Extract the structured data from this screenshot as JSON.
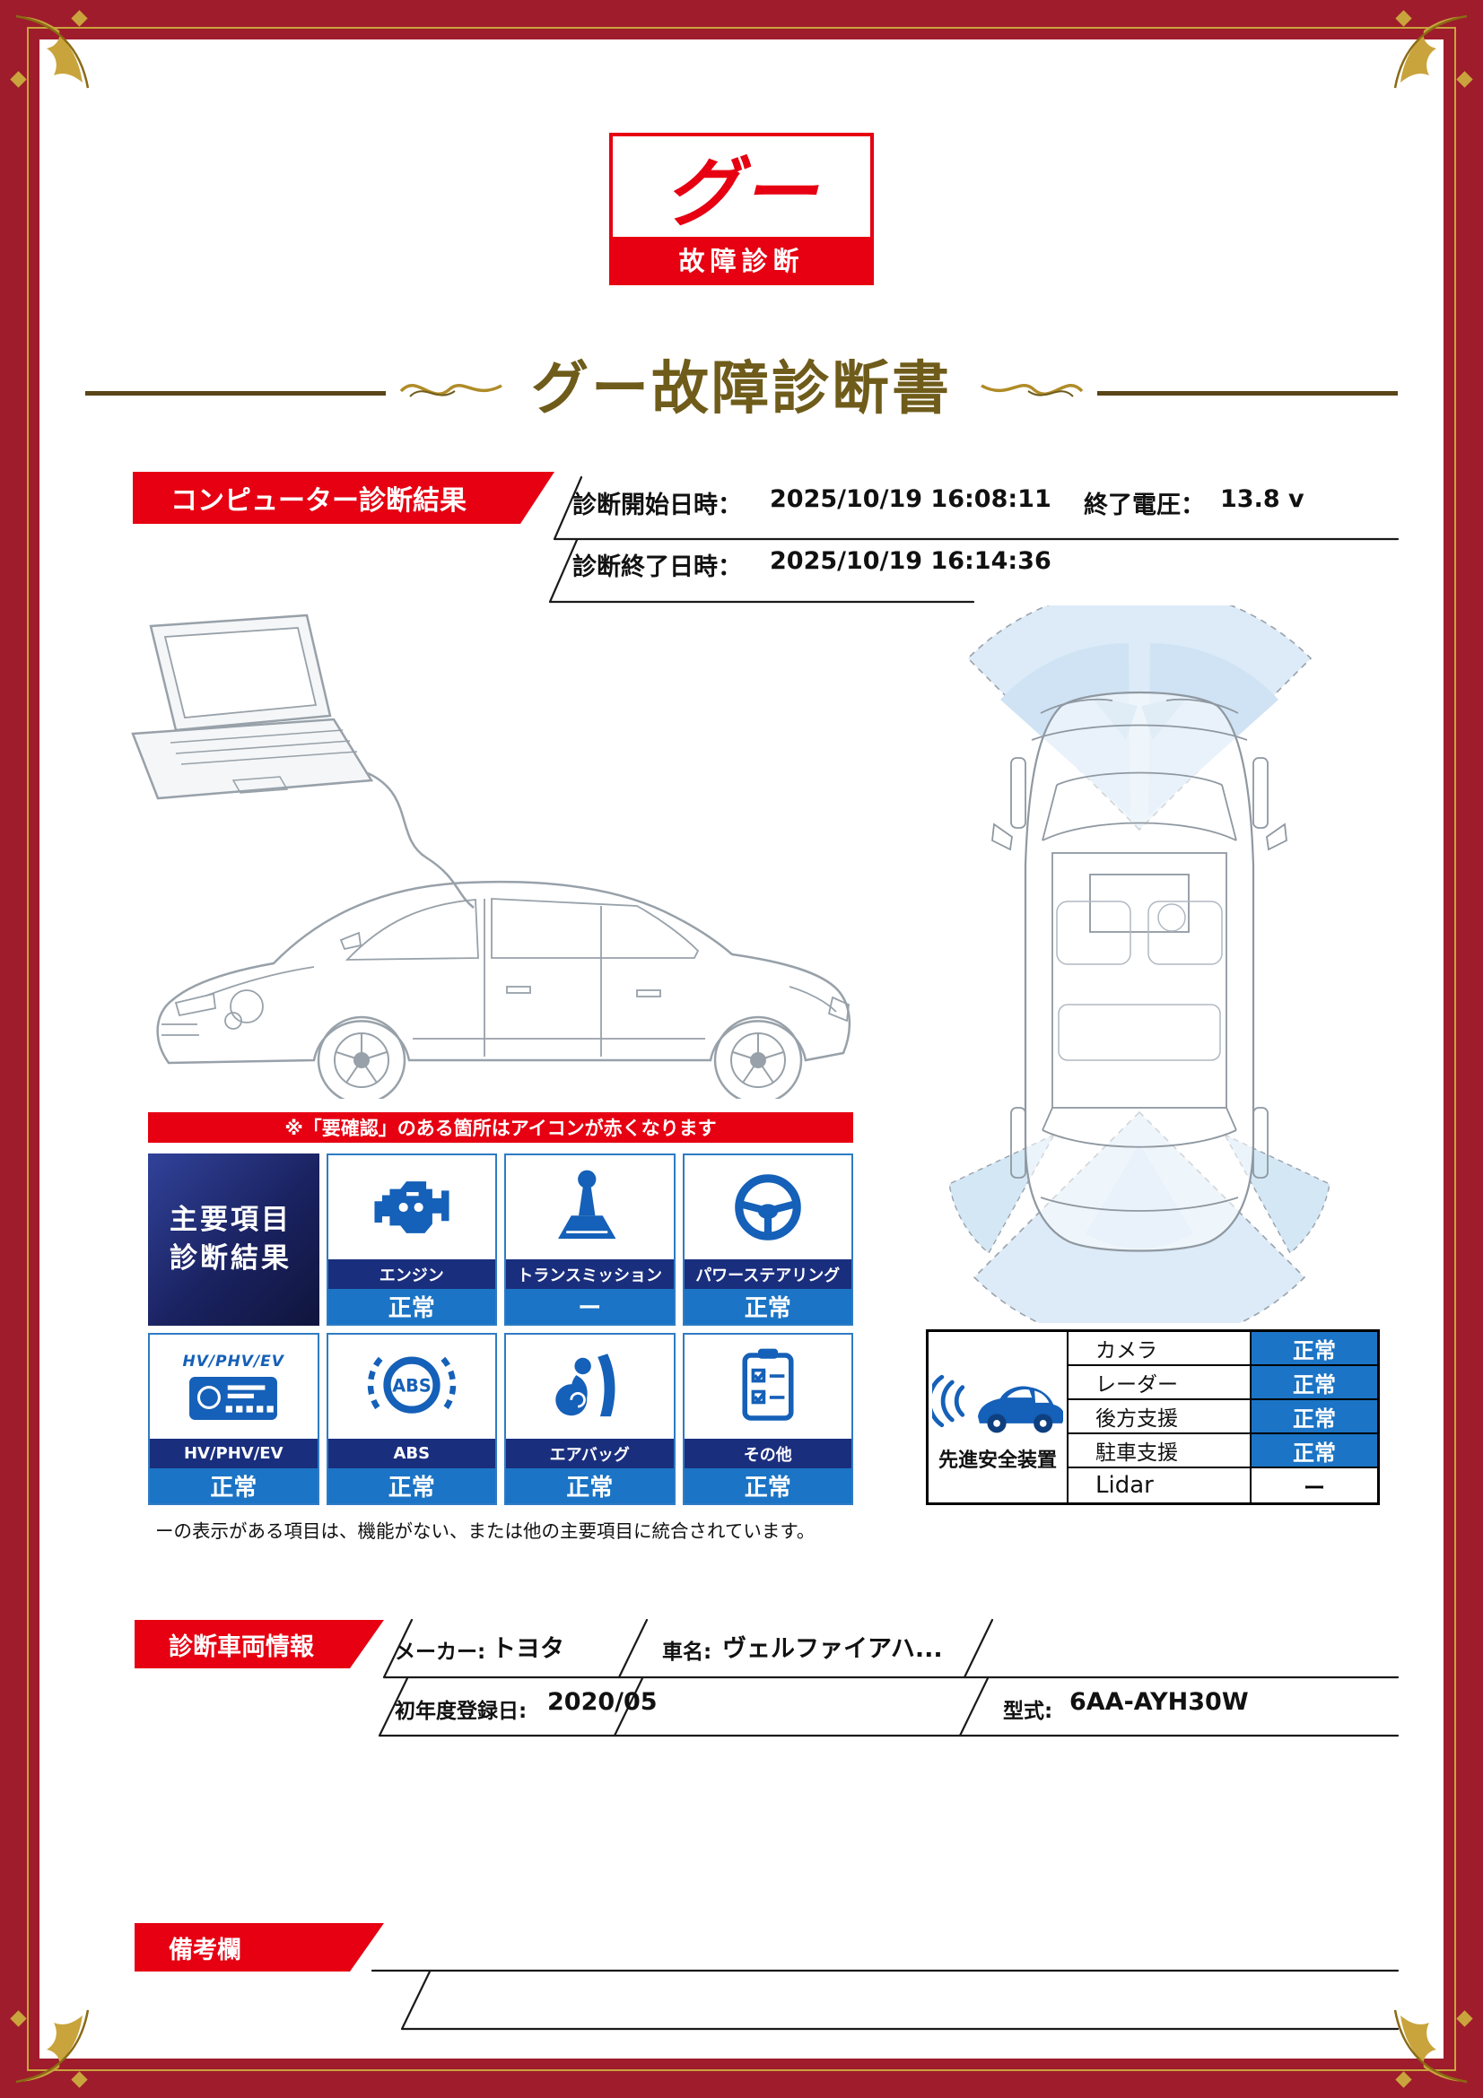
{
  "logo": {
    "top": "グー",
    "band": "故障診断"
  },
  "title": "グー故障診断書",
  "diagnosis": {
    "banner": "コンピューター診断結果",
    "start_label": "診断開始日時：",
    "start_value": "2025/10/19 16:08:11",
    "voltage_label": "終了電圧：",
    "voltage_value": "13.8 v",
    "end_label": "診断終了日時：",
    "end_value": "2025/10/19 16:14:36"
  },
  "notice": "※「要確認」のある箇所はアイコンが赤くなります",
  "grid": {
    "header_line1": "主要項目",
    "header_line2": "診断結果",
    "items": [
      {
        "label": "エンジン",
        "status": "正常",
        "icon": "engine-icon"
      },
      {
        "label": "トランスミッション",
        "status": "ー",
        "icon": "transmission-icon"
      },
      {
        "label": "パワーステアリング",
        "status": "正常",
        "icon": "power-steering-icon"
      },
      {
        "label": "HV/PHV/EV",
        "status": "正常",
        "icon": "hv-phv-ev-icon",
        "icon_text": "HV/PHV/EV"
      },
      {
        "label": "ABS",
        "status": "正常",
        "icon": "abs-icon",
        "icon_text": "ABS"
      },
      {
        "label": "エアバッグ",
        "status": "正常",
        "icon": "airbag-icon"
      },
      {
        "label": "その他",
        "status": "正常",
        "icon": "other-icon"
      }
    ],
    "footnote": "ーの表示がある項目は、機能がない、または他の主要項目に統合されています。"
  },
  "safety": {
    "label": "先進安全装置",
    "rows": [
      {
        "name": "カメラ",
        "status": "正常"
      },
      {
        "name": "レーダー",
        "status": "正常"
      },
      {
        "name": "後方支援",
        "status": "正常"
      },
      {
        "name": "駐車支援",
        "status": "正常"
      },
      {
        "name": "Lidar",
        "status": "ー"
      }
    ]
  },
  "vehicle": {
    "banner": "診断車両情報",
    "maker_label": "メーカー:",
    "maker_value": "トヨタ",
    "name_label": "車名:",
    "name_value": "ヴェルファイアハ...",
    "reg_label": "初年度登録日:",
    "reg_value": "2020/05",
    "model_label": "型式:",
    "model_value": "6AA-AYH30W"
  },
  "remarks": {
    "banner": "備考欄"
  },
  "colors": {
    "frame_red": "#9e1c2c",
    "accent_red": "#e60012",
    "navy": "#1a2e7e",
    "status_blue": "#1b74c5",
    "icon_blue": "#1560b8",
    "gold": "#c9a43c",
    "title_bronze": "#6f5c1b"
  }
}
